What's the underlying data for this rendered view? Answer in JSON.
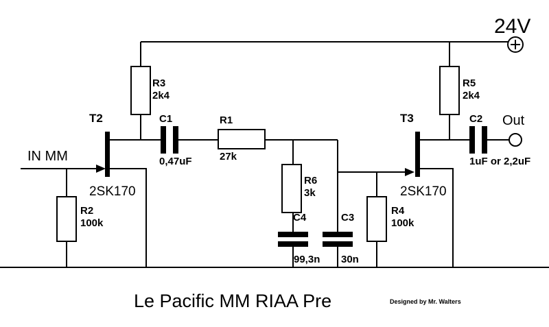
{
  "supply": {
    "voltage": "24V",
    "symbol": "+"
  },
  "input": {
    "label": "IN MM"
  },
  "output": {
    "label": "Out"
  },
  "transistors": [
    {
      "ref": "T2",
      "part": "2SK170"
    },
    {
      "ref": "T3",
      "part": "2SK170"
    }
  ],
  "resistors": [
    {
      "ref": "R1",
      "value": "27k"
    },
    {
      "ref": "R2",
      "value": "100k"
    },
    {
      "ref": "R3",
      "value": "2k4"
    },
    {
      "ref": "R4",
      "value": "100k"
    },
    {
      "ref": "R5",
      "value": "2k4"
    },
    {
      "ref": "R6",
      "value": "3k"
    }
  ],
  "capacitors": [
    {
      "ref": "C1",
      "value": "0,47uF"
    },
    {
      "ref": "C2",
      "value": "1uF or 2,2uF"
    },
    {
      "ref": "C3",
      "value": "30n"
    },
    {
      "ref": "C4",
      "value": "99,3n"
    }
  ],
  "title": "Le Pacific MM RIAA Pre",
  "credit": "Designed by Mr. Walters"
}
